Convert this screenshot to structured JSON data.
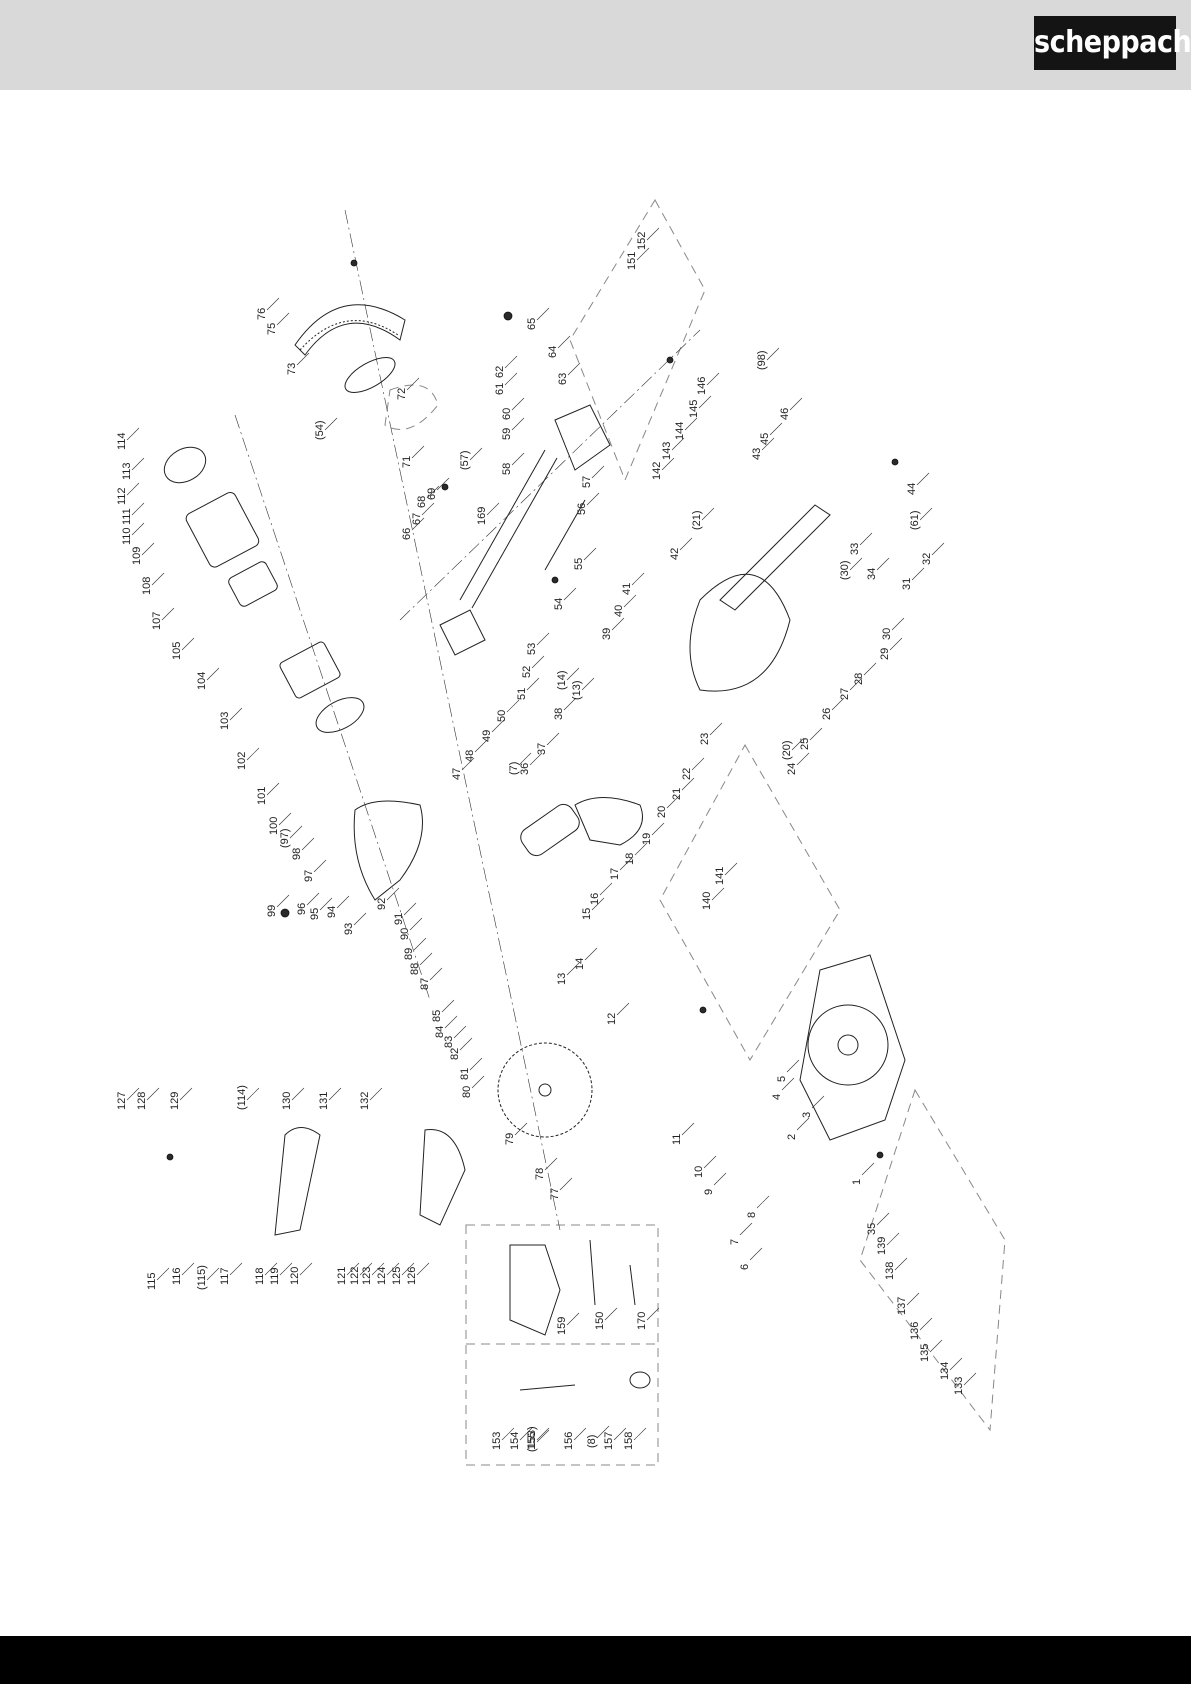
{
  "brand": {
    "name": "scheppach"
  },
  "diagram": {
    "labels": [
      "1",
      "2",
      "3",
      "4",
      "5",
      "6",
      "7",
      "8",
      "9",
      "10",
      "11",
      "12",
      "13",
      "14",
      "15",
      "16",
      "17",
      "18",
      "19",
      "20",
      "21",
      "22",
      "23",
      "24",
      "25",
      "26",
      "27",
      "28",
      "29",
      "30",
      "31",
      "32",
      "33",
      "34",
      "35",
      "36",
      "37",
      "38",
      "39",
      "40",
      "41",
      "42",
      "43",
      "44",
      "45",
      "46",
      "47",
      "48",
      "49",
      "50",
      "51",
      "52",
      "53",
      "54",
      "55",
      "56",
      "57",
      "58",
      "59",
      "60",
      "61",
      "62",
      "63",
      "64",
      "65",
      "66",
      "67",
      "68",
      "69",
      "71",
      "72",
      "73",
      "75",
      "76",
      "77",
      "78",
      "79",
      "80",
      "81",
      "82",
      "83",
      "84",
      "85",
      "87",
      "88",
      "89",
      "90",
      "91",
      "92",
      "93",
      "94",
      "95",
      "96",
      "97",
      "98",
      "99",
      "100",
      "101",
      "102",
      "103",
      "104",
      "105",
      "107",
      "108",
      "109",
      "110",
      "111",
      "112",
      "113",
      "114",
      "115",
      "116",
      "117",
      "118",
      "119",
      "120",
      "121",
      "122",
      "123",
      "124",
      "125",
      "126",
      "127",
      "128",
      "129",
      "130",
      "131",
      "132",
      "133",
      "134",
      "135",
      "136",
      "137",
      "138",
      "139",
      "140",
      "141",
      "142",
      "143",
      "144",
      "145",
      "146",
      "150",
      "151",
      "152",
      "153",
      "154",
      "155",
      "156",
      "157",
      "158",
      "159",
      "169",
      "170",
      "(7)",
      "(8)",
      "(13)",
      "(14)",
      "(20)",
      "(21)",
      "(30)",
      "(54)",
      "(57)",
      "(61)",
      "(97)",
      "(98)",
      "(114)",
      "(115)",
      "(153)"
    ]
  }
}
